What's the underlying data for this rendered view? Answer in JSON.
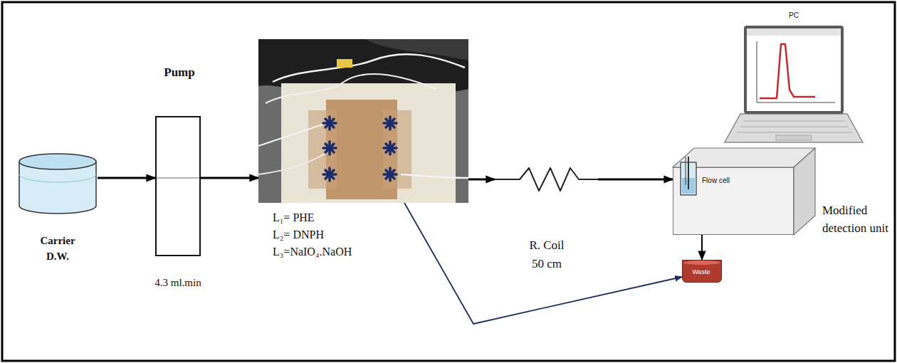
{
  "diagram": {
    "nodes": [
      {
        "text": [
          "Carrier D.W."
        ]
      },
      {
        "text": [
          "Pump",
          "4.3 ml.min"
        ]
      },
      {
        "text": [
          "L₁= PHE",
          "L₂= DNPH",
          "L₃=NaIO₄.NaOH"
        ]
      },
      {
        "text": [
          "R. Coil 50 cm"
        ]
      },
      {
        "text": [
          "Flow cell"
        ]
      },
      {
        "text": [
          "PC"
        ]
      },
      {
        "text": [
          "Waste"
        ]
      }
    ],
    "edges": [
      {
        "from": 0,
        "to": 1,
        "arrow": "to"
      },
      {
        "from": 1,
        "to": 2,
        "arrow": "to"
      },
      {
        "from": 2,
        "to": 3,
        "arrow": "to"
      },
      {
        "from": 3,
        "to": 4,
        "arrow": "to"
      },
      {
        "from": 4,
        "to": 6,
        "arrow": "to"
      },
      {
        "from": 2,
        "to": 6,
        "arrow": "to"
      }
    ],
    "labels": [
      "Modified detection unit"
    ]
  }
}
